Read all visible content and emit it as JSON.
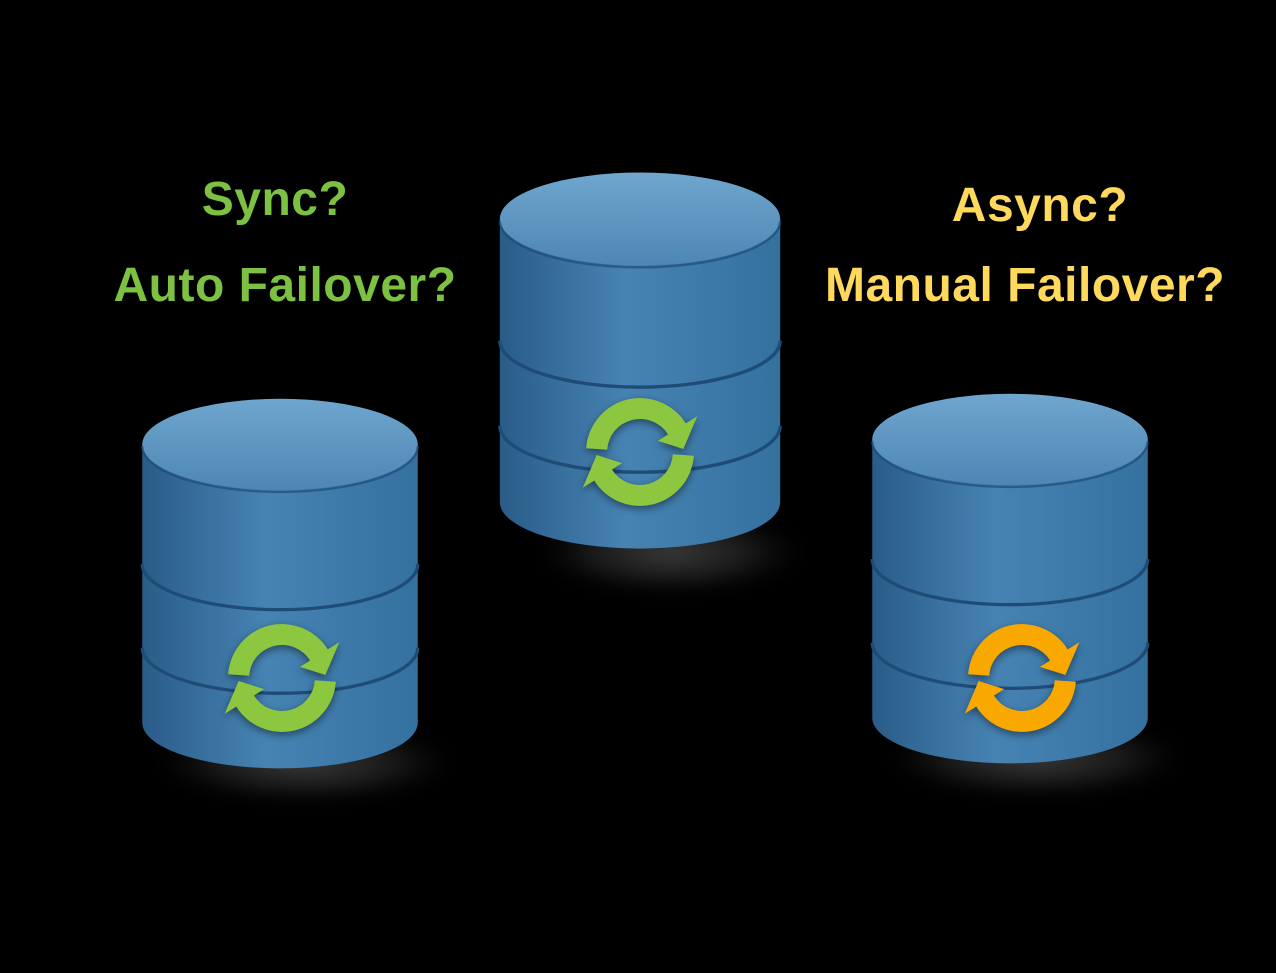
{
  "labels": {
    "sync": {
      "text": "Sync?",
      "color": "#7DC142"
    },
    "auto_failover": {
      "text": "Auto Failover?",
      "color": "#7DC142"
    },
    "async": {
      "text": "Async?",
      "color": "#FFD95C"
    },
    "manual_failover": {
      "text": "Manual Failover?",
      "color": "#FFD95C"
    }
  },
  "databases": {
    "primary": {
      "icon": "sync-arrows-icon",
      "icon_color": "#8DC63F"
    },
    "left_secondary": {
      "icon": "sync-arrows-icon",
      "icon_color": "#8DC63F"
    },
    "right_secondary": {
      "icon": "sync-arrows-icon",
      "icon_color": "#F9A800"
    }
  },
  "palette": {
    "background": "#000000",
    "cylinder_body_dark": "#2A5C88",
    "cylinder_body_light": "#4683B3",
    "cylinder_body_edge": "#35719F",
    "cylinder_top_light": "#6FA6CE",
    "cylinder_top_dark": "#4E86B4",
    "separator": "#1F4C77"
  }
}
